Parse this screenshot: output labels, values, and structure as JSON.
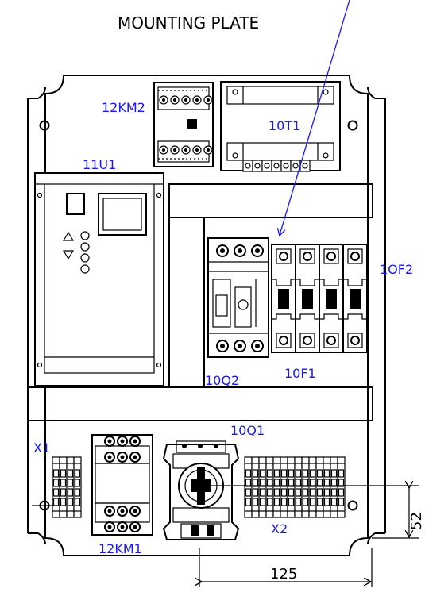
{
  "title": "MOUNTING PLATE",
  "labels": {
    "km2": "12KM2",
    "t1": "10T1",
    "u1": "11U1",
    "of2": "1OF2",
    "q2": "10Q2",
    "f1": "10F1",
    "q1": "10Q1",
    "x1": "X1",
    "x2": "X2",
    "km1": "12KM1"
  },
  "dimensions": {
    "horizontal": "125",
    "vertical": "52"
  },
  "colors": {
    "label": "#1a1ae6",
    "line": "#000000"
  }
}
